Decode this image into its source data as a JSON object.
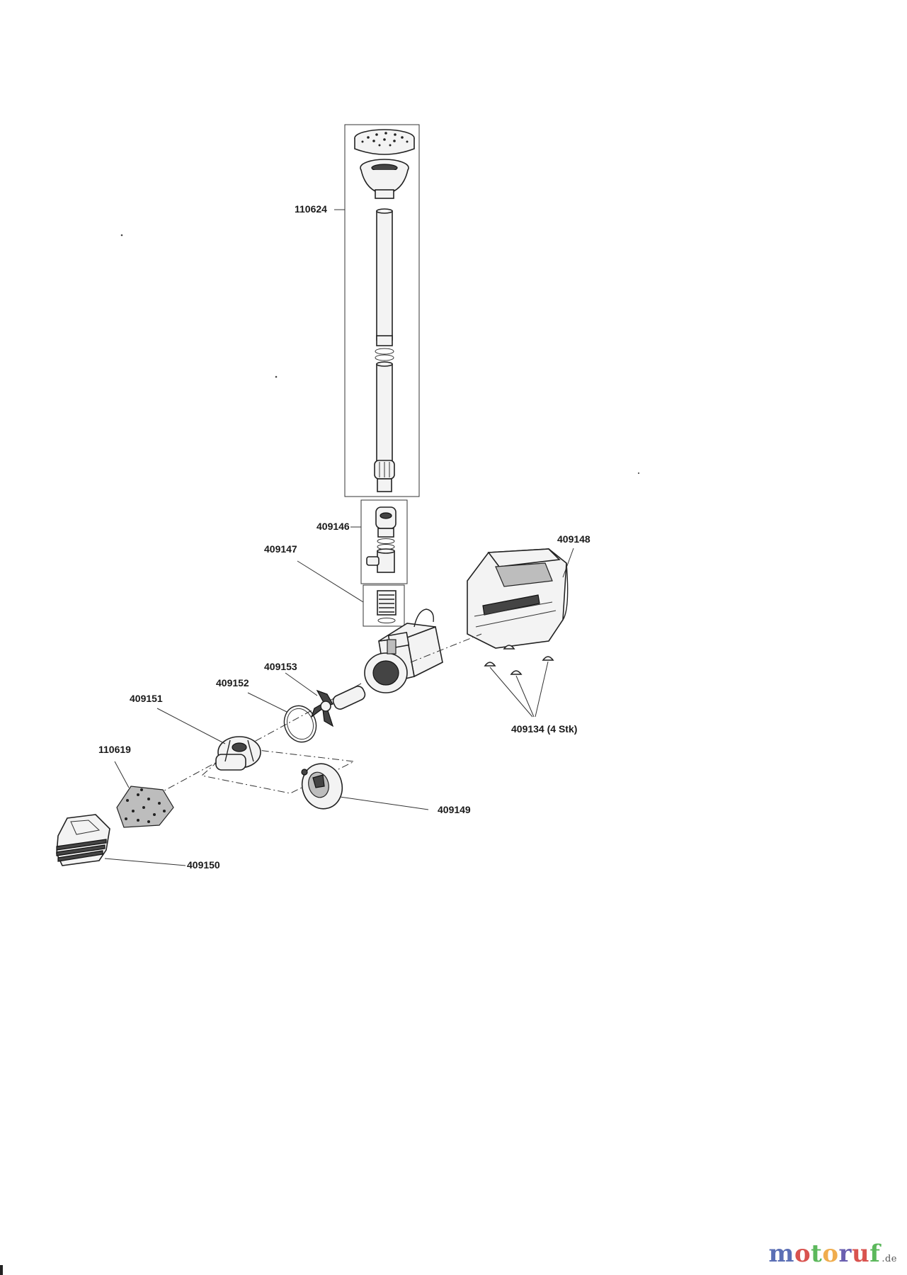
{
  "labels": {
    "p110624": "110624",
    "p409146": "409146",
    "p409147": "409147",
    "p409148": "409148",
    "p409153": "409153",
    "p409152": "409152",
    "p409151": "409151",
    "p110619": "110619",
    "p409149": "409149",
    "p409150": "409150",
    "p409134": "409134 (4 Stk)"
  },
  "logo": {
    "letters": [
      "m",
      "o",
      "t",
      "o",
      "r",
      "u",
      "f"
    ],
    "tld": ".de",
    "colors": [
      "#5b6fb5",
      "#d9534f",
      "#5cb85c",
      "#f0ad4e",
      "#6a5fb0",
      "#d9534f",
      "#5cb85c"
    ]
  }
}
